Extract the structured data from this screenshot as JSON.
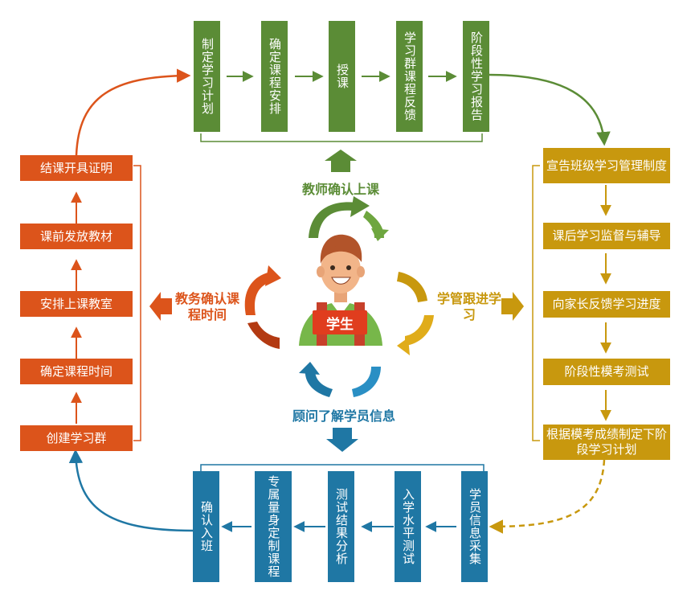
{
  "top_steps": [
    "制定学习计划",
    "确定课程安排",
    "授课",
    "学习群课程反馈",
    "阶段性学习报告"
  ],
  "right_steps": [
    "宣告班级学习管理制度",
    "课后学习监督与辅导",
    "向家长反馈学习进度",
    "阶段性模考测试",
    "根据模考成绩制定下阶段学习计划"
  ],
  "bottom_steps": [
    "学员信息采集",
    "入学水平测试",
    "测试结果分析",
    "专属量身定制课程",
    "确认入班"
  ],
  "left_steps": [
    "创建学习群",
    "确定课程时间",
    "安排上课教室",
    "课前发放教材",
    "结课开具证明"
  ],
  "center": {
    "student_label": "学生",
    "teacher_label": "教师确认上课",
    "academic_label": "教务确认课程时间",
    "manager_label": "学管跟进学习",
    "advisor_label": "顾问了解学员信息"
  },
  "colors": {
    "green": "#5b8c36",
    "orange": "#dc541b",
    "gold": "#c8980e",
    "blue": "#1f77a4",
    "red": "#e03d1e"
  }
}
